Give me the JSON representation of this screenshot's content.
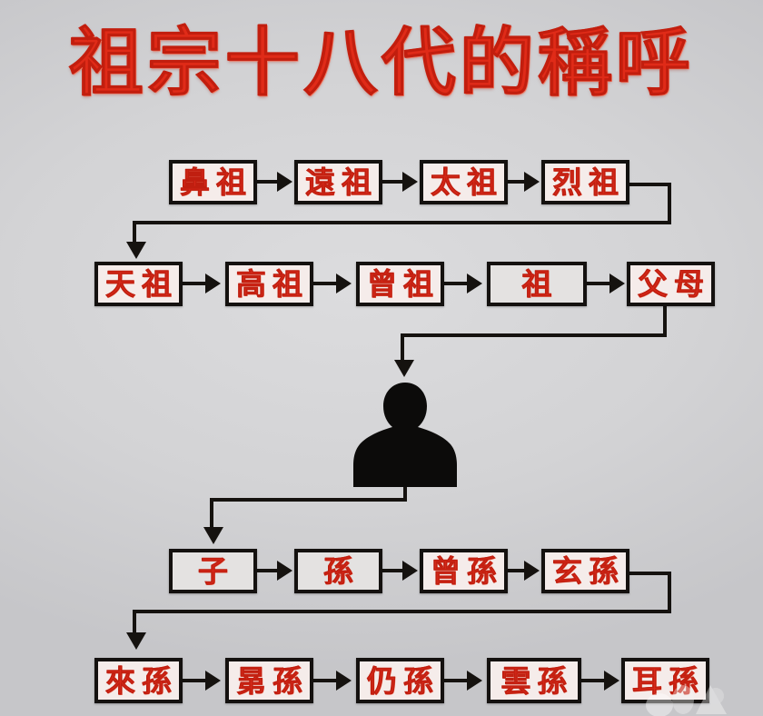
{
  "title": "祖宗十八代的稱呼",
  "background_color": "#d4d4d6",
  "ink_color": "#15120f",
  "text_color": "#d8291a",
  "chart_data": {
    "type": "diagram",
    "title": "祖宗十八代的稱呼",
    "description": "Ancestral generation chart: nine generations of ancestors above self and nine generations of descendants below self.",
    "center_node": {
      "label": "",
      "icon": "person-silhouette-icon",
      "meaning": "self"
    },
    "rows": [
      {
        "row_id": "ancestors-row-1",
        "nodes": [
          {
            "label": "鼻祖"
          },
          {
            "label": "遠祖"
          },
          {
            "label": "太祖"
          },
          {
            "label": "烈祖"
          }
        ]
      },
      {
        "row_id": "ancestors-row-2",
        "nodes": [
          {
            "label": "天祖"
          },
          {
            "label": "高祖"
          },
          {
            "label": "曾祖"
          },
          {
            "label": "祖"
          },
          {
            "label": "父母"
          }
        ]
      },
      {
        "row_id": "descendants-row-1",
        "nodes": [
          {
            "label": "子"
          },
          {
            "label": "孫"
          },
          {
            "label": "曾孫"
          },
          {
            "label": "玄孫"
          }
        ]
      },
      {
        "row_id": "descendants-row-2",
        "nodes": [
          {
            "label": "來孫"
          },
          {
            "label": "晜孫"
          },
          {
            "label": "仍孫"
          },
          {
            "label": "雲孫"
          },
          {
            "label": "耳孫"
          }
        ]
      }
    ],
    "flow_order": [
      "鼻祖",
      "遠祖",
      "太祖",
      "烈祖",
      "天祖",
      "高祖",
      "曾祖",
      "祖",
      "父母",
      "self",
      "子",
      "孫",
      "曾孫",
      "玄孫",
      "來孫",
      "晜孫",
      "仍孫",
      "雲孫",
      "耳孫"
    ]
  }
}
